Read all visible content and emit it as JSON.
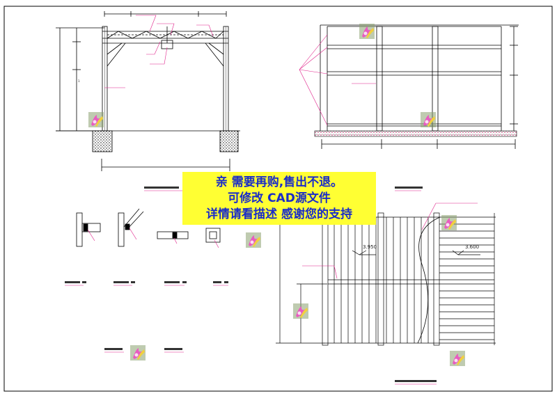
{
  "banner": {
    "line1": "亲 需要再购,售出不退。",
    "line2": "可修改 CAD源文件",
    "line3": "详情请看描述  感谢您的支持"
  },
  "plan": {
    "level_left": "3.950",
    "level_right": "3.600"
  },
  "colors": {
    "banner_bg": "#ffff33",
    "banner_text": "#1a2cc8",
    "leader": "#e0218a",
    "line": "#000000"
  },
  "icons": [
    "flower-watermark-icon"
  ]
}
